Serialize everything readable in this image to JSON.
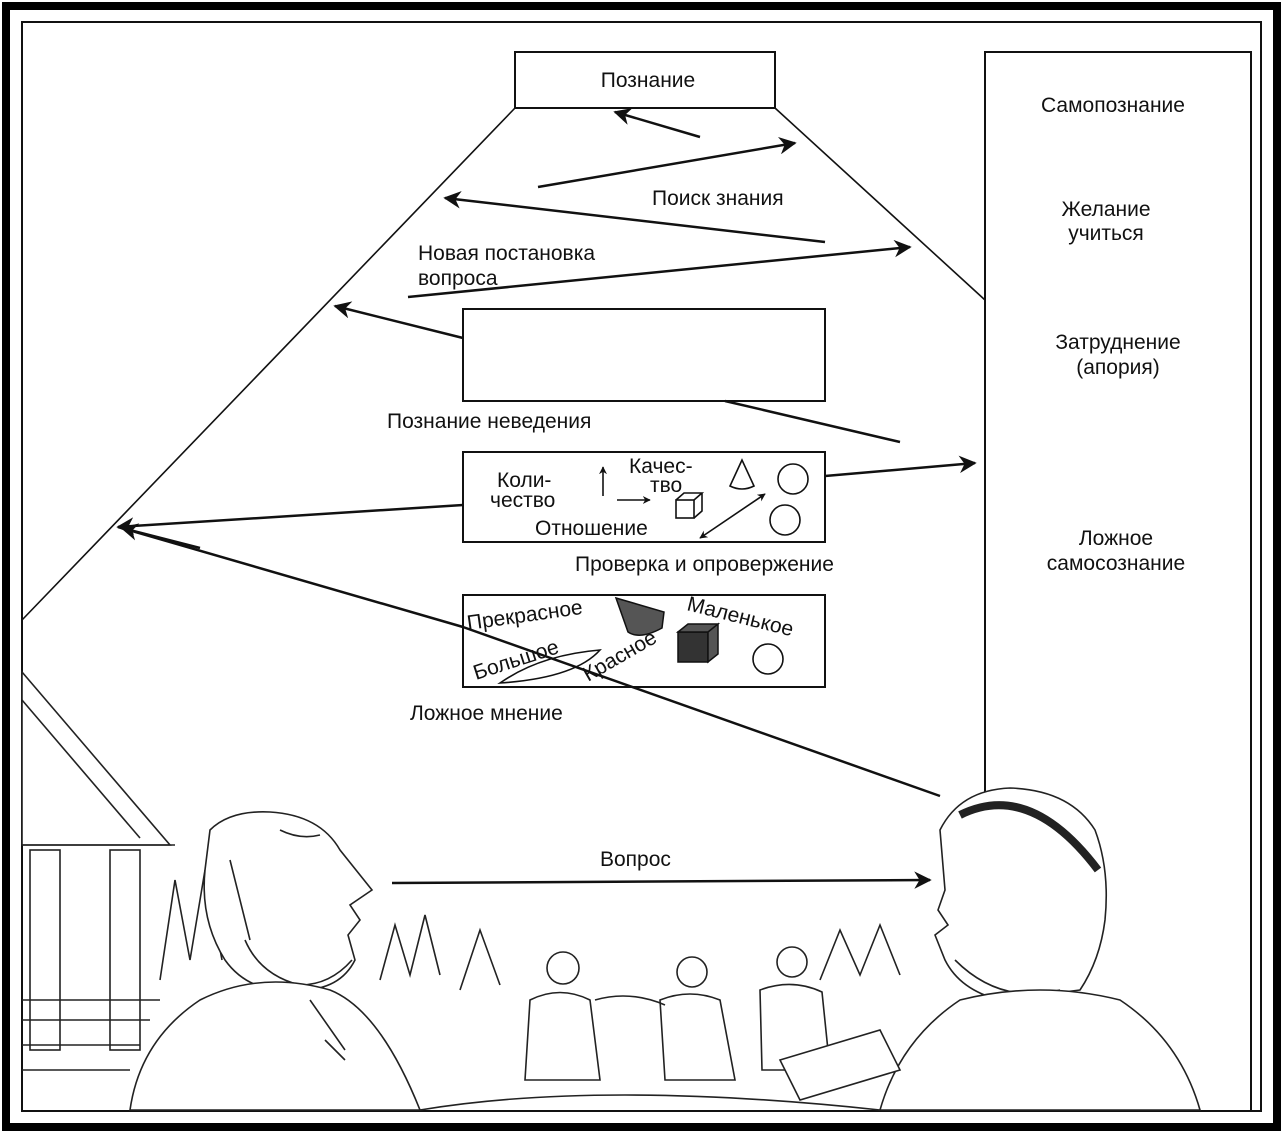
{
  "diagram": {
    "top_box": "Познание",
    "search_label": "Поиск знания",
    "new_question_line1": "Новая постановка",
    "new_question_line2": "вопроса",
    "ignorance_label": "Познание неведения",
    "test_box": {
      "quantity_line1": "Коли-",
      "quantity_line2": "чество",
      "quality_line1": "Качес-",
      "quality_line2": "тво",
      "relation": "Отношение"
    },
    "test_label": "Проверка и опровержение",
    "opinion_box": {
      "beautiful": "Прекрасное",
      "small": "Маленькое",
      "big": "Большое",
      "red": "Красное"
    },
    "opinion_label": "Ложное мнение",
    "question_label": "Вопрос"
  },
  "right_column": {
    "items": [
      "Самопознание",
      "Желание учиться",
      "Затруднение (апория)",
      "Ложное самосознание"
    ],
    "desire_line1": "Желание",
    "desire_line2": "учиться",
    "difficulty_line1": "Затруднение",
    "difficulty_line2": "(апория)",
    "false_line1": "Ложное",
    "false_line2": "самосознание"
  }
}
